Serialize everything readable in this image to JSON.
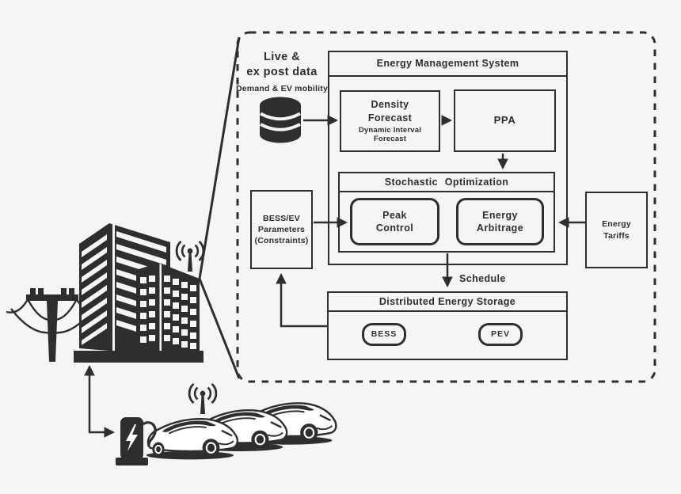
{
  "colors": {
    "ink": "#2e2e2e",
    "background": "#f5f5f5",
    "box_fill": "transparent",
    "window_white": "#f5f5f5"
  },
  "frame": {
    "source": {
      "title_line1": "Live &",
      "title_line2": "ex post data",
      "subtitle": "Demand & EV mobility"
    },
    "ems": {
      "title": "Energy Management System"
    },
    "density_forecast": {
      "line1": "Density",
      "line2": "Forecast",
      "sub1": "Dynamic Interval",
      "sub2": "Forecast"
    },
    "ppa": {
      "label": "PPA"
    },
    "stochastic": {
      "title": "Stochastic Optimization"
    },
    "peak_control": {
      "line1": "Peak",
      "line2": "Control"
    },
    "energy_arbitrage": {
      "line1": "Energy",
      "line2": "Arbitrage"
    },
    "bess_ev_params": {
      "line1": "BESS/EV",
      "line2": "Parameters",
      "line3": "(Constraints)"
    },
    "energy_tariffs": {
      "line1": "Energy",
      "line2": "Tariffs"
    },
    "schedule": {
      "label": "Schedule"
    },
    "des": {
      "title": "Distributed Energy Storage",
      "bess_label": "BESS",
      "pev_label": "PEV"
    }
  },
  "icons": {
    "database": "database-cylinder-icon",
    "building": "office-building-icon",
    "power_pole": "power-line-pole-icon",
    "antenna": "radio-antenna-icon",
    "charger": "ev-charging-station-icon",
    "cars": "electric-cars-icon"
  }
}
